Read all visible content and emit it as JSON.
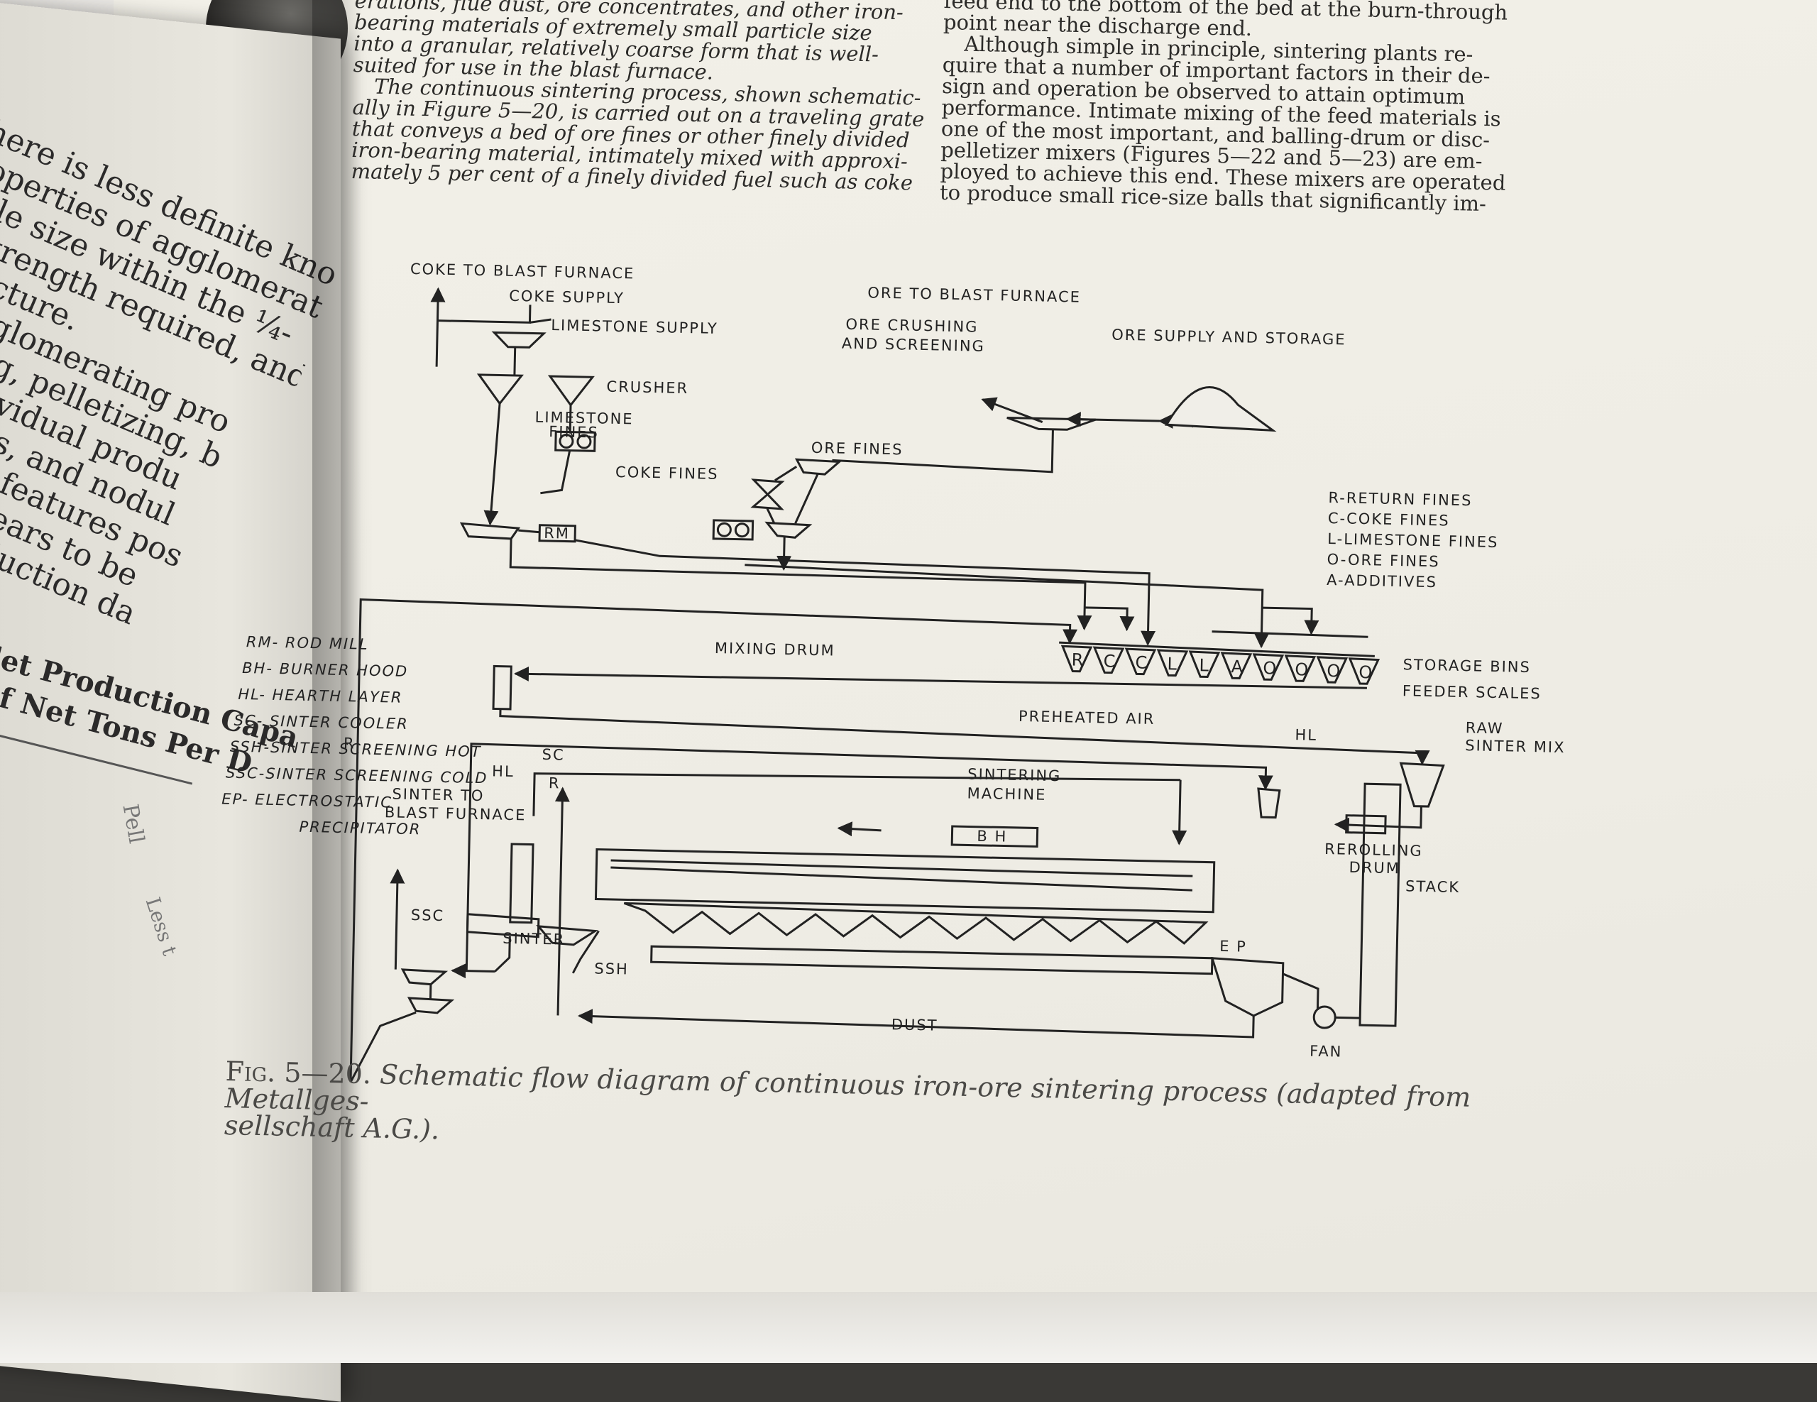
{
  "left_page": {
    "lines": [
      "here is less definite kno",
      "roperties of agglomerat",
      "able size within the ¼-",
      "n strength required, and",
      "structure.",
      "of agglomerating pro",
      "ntering, pelletizing, b",
      "eir individual produ",
      "riquettes, and nodul",
      "e special features pos",
      "there appears to be",
      "rative production da"
    ],
    "table_heading_1": "let Production Capa",
    "table_heading_2": "of Net Tons Per D",
    "table_col": "Pell",
    "table_row": "Less t"
  },
  "text_left": [
    "erations, flue dust, ore concentrates, and other iron-",
    "bearing materials of extremely small particle size",
    "into a granular, relatively coarse form that is well-",
    "suited for use in the blast furnace.",
    "The continuous sintering process, shown schematic-",
    "ally in Figure 5—20, is carried out on a traveling grate",
    "that conveys a bed of ore fines or other finely divided",
    "iron-bearing material, intimately mixed with approxi-",
    "mately 5 per cent of a finely divided fuel such as coke"
  ],
  "text_right": [
    "feed end to the bottom of the bed at the burn-through",
    "point near the discharge end.",
    "Although simple in principle, sintering plants re-",
    "quire that a number of important factors in their de-",
    "sign and operation be observed to attain optimum",
    "performance. Intimate mixing of the feed materials is",
    "one of the most important, and balling-drum or disc-",
    "pelletizer mixers (Figures 5—22 and 5—23) are em-",
    "ployed to achieve this end. These mixers are operated",
    "to produce small rice-size balls that significantly im-"
  ],
  "diagram": {
    "labels": {
      "coke_to_blast_furnace": "COKE TO BLAST FURNACE",
      "coke_supply": "COKE SUPPLY",
      "limestone_supply": "LIMESTONE SUPPLY",
      "ore_to_blast_furnace": "ORE TO BLAST FURNACE",
      "ore_crushing_1": "ORE CRUSHING",
      "ore_crushing_2": "AND SCREENING",
      "ore_supply_storage": "ORE SUPPLY AND STORAGE",
      "crusher": "CRUSHER",
      "limestone_fines_1": "LIMESTONE",
      "limestone_fines_2": "FINES",
      "ore_fines": "ORE FINES",
      "coke_fines": "COKE FINES",
      "rm_box": "RM",
      "storage_bins": "STORAGE BINS",
      "feeder_scales": "FEEDER SCALES",
      "mixing_drum": "MIXING DRUM",
      "preheated_air": "PREHEATED AIR",
      "hl": "HL",
      "raw_sinter_mix_1": "RAW",
      "raw_sinter_mix_2": "SINTER MIX",
      "sc": "SC",
      "r": "R",
      "sintering_machine_1": "SINTERING",
      "sintering_machine_2": "MACHINE",
      "bh": "B H",
      "rerolling_drum_1": "REROLLING",
      "rerolling_drum_2": "DRUM",
      "stack": "STACK",
      "sinter_to_bf_1": "SINTER TO",
      "sinter_to_bf_2": "BLAST FURNACE",
      "ssc": "SSC",
      "sinter": "SINTER",
      "ssh": "SSH",
      "ep": "E P",
      "dust": "DUST",
      "fan": "FAN"
    },
    "bins": [
      "R",
      "C",
      "C",
      "L",
      "L",
      "A",
      "O",
      "O",
      "O",
      "O"
    ],
    "legend_right": [
      "R-RETURN FINES",
      "C-COKE FINES",
      "L-LIMESTONE FINES",
      "O-ORE FINES",
      "A-ADDITIVES"
    ],
    "legend_left": [
      "RM- ROD MILL",
      "BH- BURNER HOOD",
      "HL- HEARTH LAYER",
      "SC- SINTER COOLER",
      "SSH-SINTER SCREENING HOT",
      "SSC-SINTER SCREENING COLD",
      "EP- ELECTROSTATIC",
      "PRECIPITATOR"
    ]
  },
  "caption": {
    "fig": "Fig. 5—20.",
    "text": "Schematic flow diagram of continuous iron-ore sintering process (adapted from Metallges-",
    "text2": "sellschaft A.G.)."
  }
}
